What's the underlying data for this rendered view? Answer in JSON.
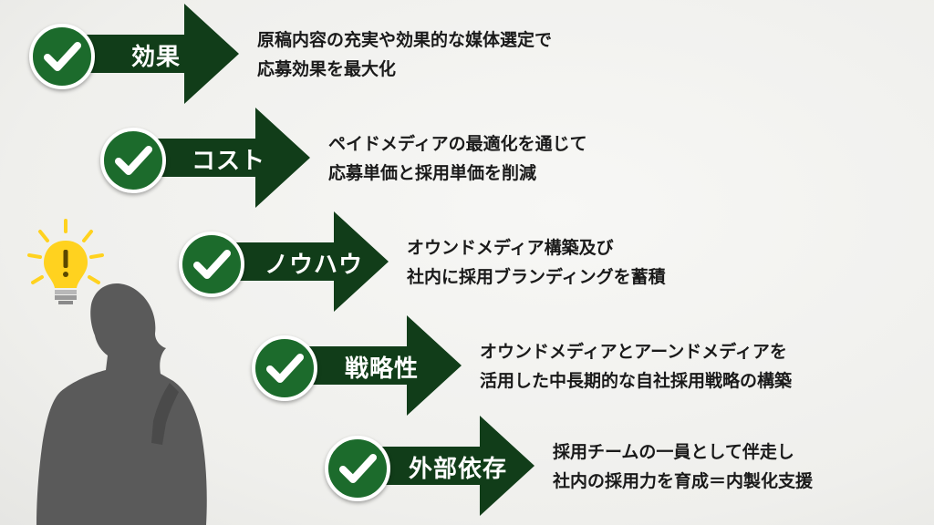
{
  "colors": {
    "arrow": "#113d19",
    "check_circle": "#1c6b2c",
    "figure": "#5a5a5a",
    "bulb": "#ffd21f"
  },
  "items": [
    {
      "label": "効果",
      "desc": [
        "原稿内容の充実や効果的な媒体選定で",
        "応募効果を最大化"
      ]
    },
    {
      "label": "コスト",
      "desc": [
        "ペイドメディアの最適化を通じて",
        "応募単価と採用単価を削減"
      ]
    },
    {
      "label": "ノウハウ",
      "desc": [
        "オウンドメディア構築及び",
        "社内に採用ブランディングを蓄積"
      ]
    },
    {
      "label": "戦略性",
      "desc": [
        "オウンドメディアとアーンドメディアを",
        "活用した中長期的な自社採用戦略の構築"
      ]
    },
    {
      "label": "外部依存",
      "desc": [
        "採用チームの一員として伴走し",
        "社内の採用力を育成＝内製化支援"
      ]
    }
  ],
  "icons": {
    "check": "check-icon",
    "figure": "thinking-person-silhouette",
    "bulb": "lightbulb-icon"
  }
}
